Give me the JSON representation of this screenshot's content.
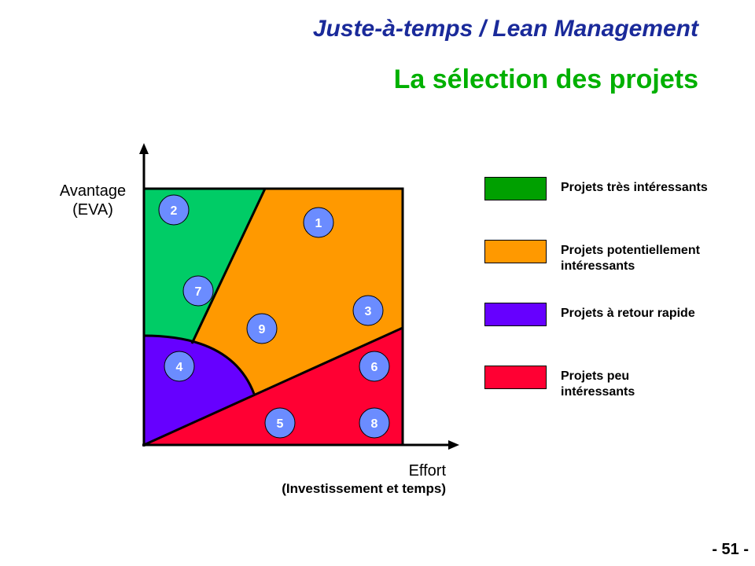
{
  "header": {
    "title": "Juste-à-temps / Lean Management",
    "subtitle": "La sélection des projets"
  },
  "axes": {
    "y_label_line1": "Avantage",
    "y_label_line2": "(EVA)",
    "x_label_line1": "Effort",
    "x_label_line2": "(Investissement et temps)"
  },
  "colors": {
    "green": "#00cc66",
    "green_swatch": "#00a000",
    "orange": "#ff9900",
    "purple": "#6600ff",
    "red": "#ff0033",
    "bubble": "#6b8cff"
  },
  "legend": [
    {
      "label": "Projets très intéressants",
      "color": "#00a000"
    },
    {
      "label": "Projets potentiellement intéressants",
      "color": "#ff9900"
    },
    {
      "label": "Projets à retour rapide",
      "color": "#6600ff"
    },
    {
      "label": "Projets peu intéressants",
      "color": "#ff0033"
    }
  ],
  "projects": [
    {
      "label": "1",
      "zone": "orange"
    },
    {
      "label": "2",
      "zone": "green"
    },
    {
      "label": "3",
      "zone": "orange"
    },
    {
      "label": "4",
      "zone": "purple"
    },
    {
      "label": "5",
      "zone": "red"
    },
    {
      "label": "6",
      "zone": "red"
    },
    {
      "label": "7",
      "zone": "green"
    },
    {
      "label": "8",
      "zone": "red"
    },
    {
      "label": "9",
      "zone": "orange"
    }
  ],
  "footer": {
    "page": "- 51 -"
  }
}
